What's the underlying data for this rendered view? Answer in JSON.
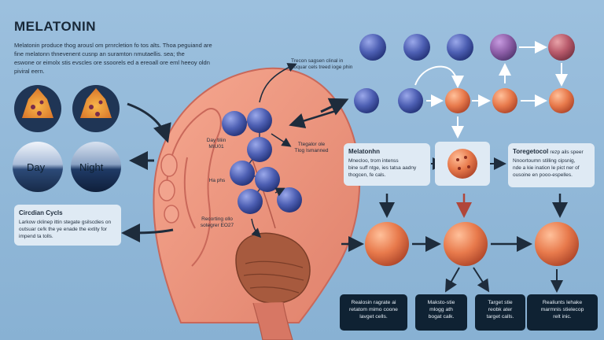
{
  "title": "MELATONIN",
  "intro_lines": [
    "Melatonin produce thog arousl om prnrcletion fo tos alts. Thoa peguiand are",
    "fine melatonn thnevenent cusnp an suramton nmutaellis. sea; the",
    "eswone or eimolx stis evscles ore ssoorels ed a ereoall ore eml heeoy oldn",
    "piviral eern."
  ],
  "day_label": "Day",
  "night_label": "Night",
  "circadian": {
    "heading": "Circdian Cycls",
    "lines": [
      "Larkow cklinep ittin stegate gsilscdies on",
      "outsuar ce!k the ye enade the extity for",
      "impend ta tolls."
    ]
  },
  "brain_labels": {
    "top": [
      "Trecon sagsen clinal in",
      "noquar cels treed ioge phin"
    ],
    "day_mll": [
      "Day tiliin",
      "MIU01"
    ],
    "tlegate": [
      "Ttegalor ole",
      "Tlog Ismanned"
    ],
    "hu_phs": "Ha phs",
    "recorting": [
      "Recorting ollo",
      "sotegrer EO27"
    ]
  },
  "melatonin_box": {
    "heading": "Melatonhn",
    "lines": [
      "Mnecloo, trom intenss",
      "bine suff ntge, ies tatsa aadny",
      "thogcen, fe cals."
    ]
  },
  "target_box": {
    "heading": "Toregetocol",
    "heading_rest": "rezp ails speer",
    "lines": [
      "Nnoortoumn stilling cipsnig,",
      "nde a kie ination le pict ner of",
      "ousoine en pooo-espelles."
    ]
  },
  "bottom_boxes": [
    [
      "Realosin ragrate ai",
      "retatom mimo coone",
      "lavget cells."
    ],
    [
      "Maksto-stie",
      "mlogg ath",
      "bogat calk."
    ],
    [
      "Target stie",
      "reobk ater",
      "target calls."
    ],
    [
      "Realiunts lehake",
      "marmnis stielecop",
      "relt inic."
    ]
  ],
  "colors": {
    "background": "#8fb6d6",
    "skin": "#e9917a",
    "receptor_blue": "#4d5fb3",
    "cell_orange": "#e87a4c",
    "cell_purple": "#8e5fa8",
    "dark_box": "#0f2233",
    "arrow_dark": "#1e2c3c",
    "arrow_red": "#b0463a"
  }
}
